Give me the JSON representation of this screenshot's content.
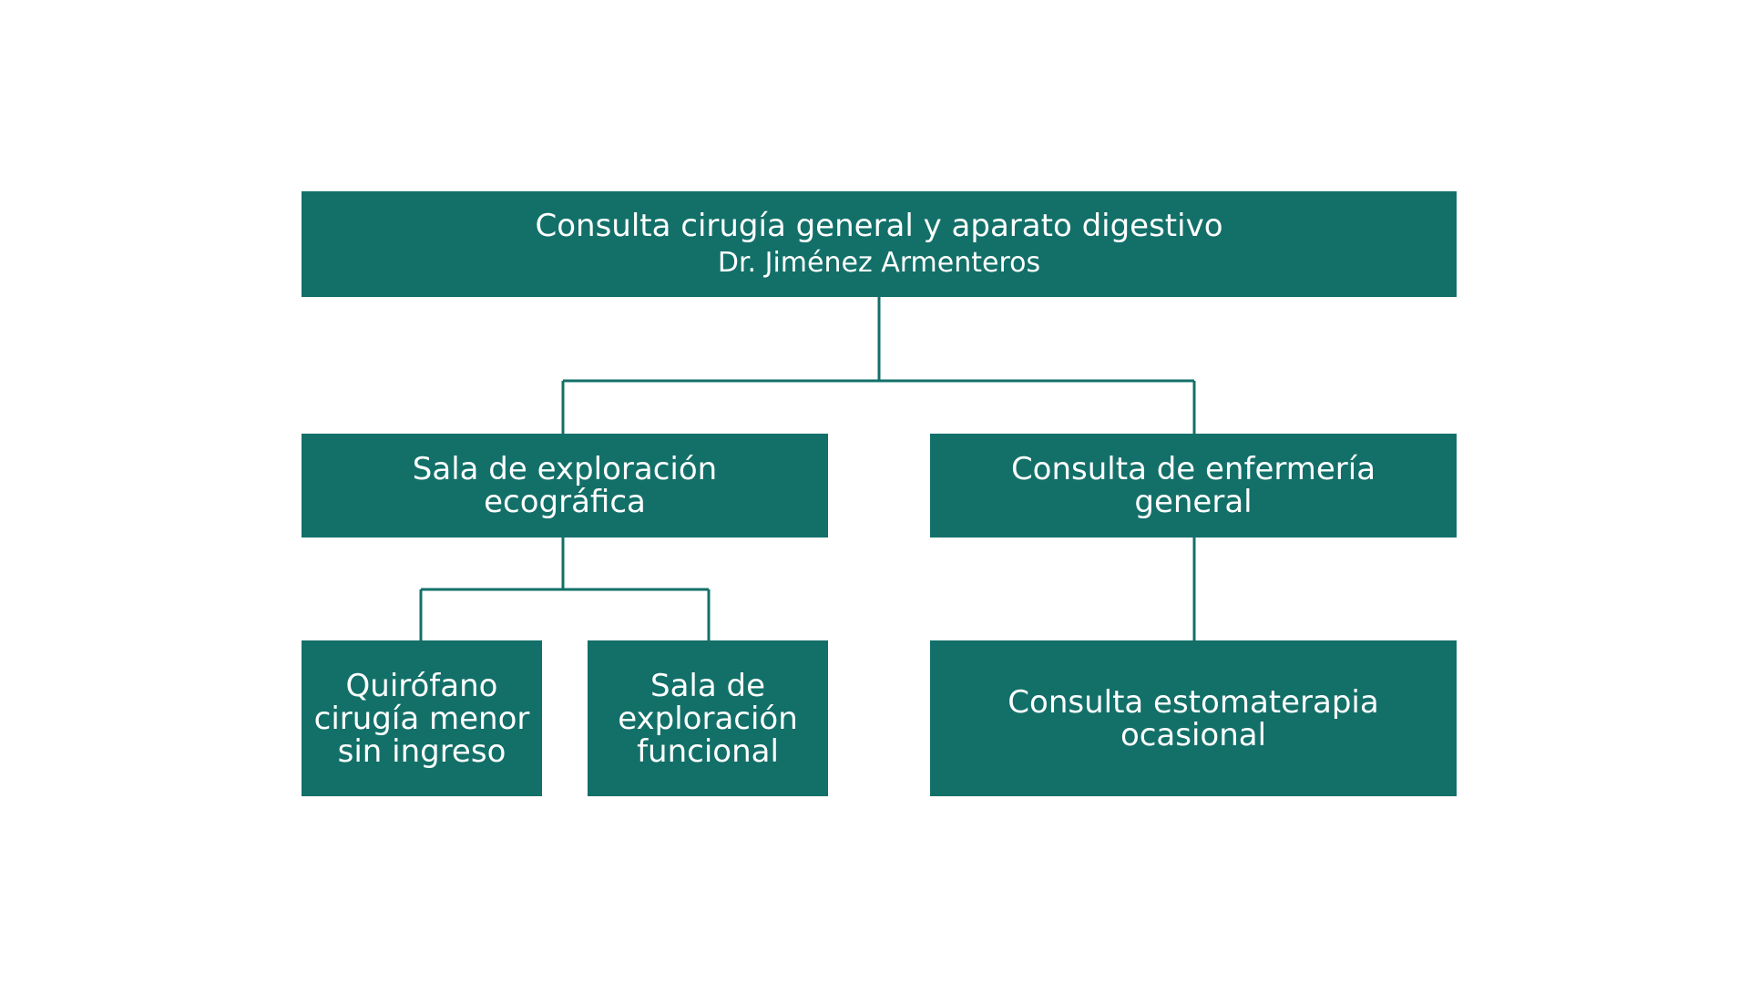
{
  "colors": {
    "node_fill": "#137069",
    "connector": "#137069",
    "text": "#ffffff",
    "background": "#ffffff"
  },
  "nodes": {
    "root": {
      "title": "Consulta cirugía general y aparato digestivo",
      "subtitle": "Dr. Jiménez Armenteros"
    },
    "sala_exploracion_ecografica": {
      "lines": [
        "Sala de exploración",
        "ecográfica"
      ]
    },
    "consulta_enfermeria_general": {
      "lines": [
        "Consulta de enfermería",
        "general"
      ]
    },
    "quirofano_cirugia_menor": {
      "lines": [
        "Quirófano",
        "cirugía menor",
        "sin ingreso"
      ]
    },
    "sala_exploracion_funcional": {
      "lines": [
        "Sala de",
        "exploración",
        "funcional"
      ]
    },
    "consulta_estomaterapia": {
      "lines": [
        "Consulta estomaterapia",
        "ocasional"
      ]
    }
  }
}
